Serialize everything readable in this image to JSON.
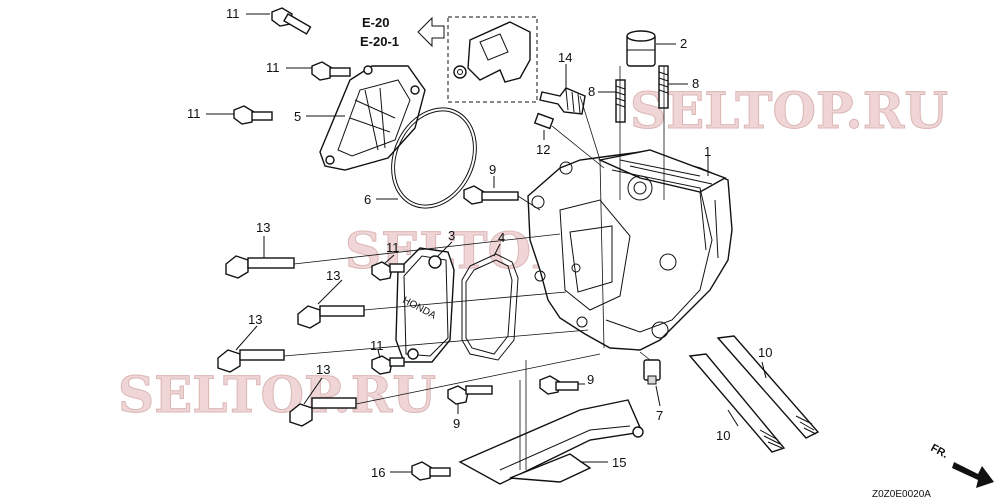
{
  "diagram": {
    "references": [
      "E-20",
      "E-20-1"
    ],
    "callouts": [
      {
        "id": "c11a",
        "num": "11"
      },
      {
        "id": "c11b",
        "num": "11"
      },
      {
        "id": "c11c",
        "num": "11"
      },
      {
        "id": "c5",
        "num": "5"
      },
      {
        "id": "c6",
        "num": "6"
      },
      {
        "id": "c14",
        "num": "14"
      },
      {
        "id": "c2",
        "num": "2"
      },
      {
        "id": "c8a",
        "num": "8"
      },
      {
        "id": "c8b",
        "num": "8"
      },
      {
        "id": "c12",
        "num": "12"
      },
      {
        "id": "c1",
        "num": "1"
      },
      {
        "id": "c9a",
        "num": "9"
      },
      {
        "id": "c13a",
        "num": "13"
      },
      {
        "id": "c3",
        "num": "3"
      },
      {
        "id": "c4",
        "num": "4"
      },
      {
        "id": "c11d",
        "num": "11"
      },
      {
        "id": "c13b",
        "num": "13"
      },
      {
        "id": "c13c",
        "num": "13"
      },
      {
        "id": "c11e",
        "num": "11"
      },
      {
        "id": "c13d",
        "num": "13"
      },
      {
        "id": "c9b",
        "num": "9"
      },
      {
        "id": "c9c",
        "num": "9"
      },
      {
        "id": "c7",
        "num": "7"
      },
      {
        "id": "c10a",
        "num": "10"
      },
      {
        "id": "c10b",
        "num": "10"
      },
      {
        "id": "c16",
        "num": "16"
      },
      {
        "id": "c15",
        "num": "15"
      }
    ],
    "direction_label": "FR.",
    "cover_brand": "HONDA",
    "drawing_code": "Z0Z0E0020A",
    "watermark": "SELTOP.RU"
  }
}
